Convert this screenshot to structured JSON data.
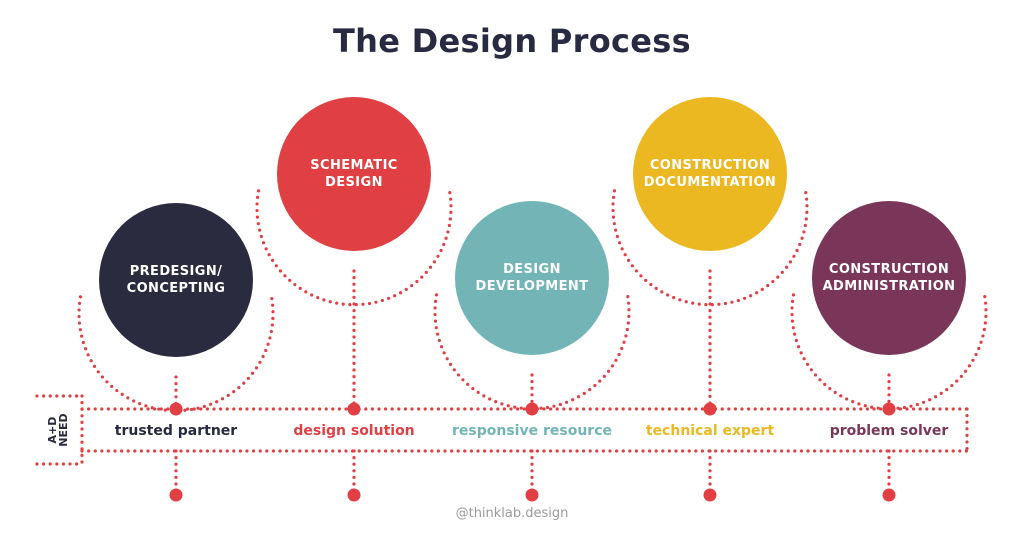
{
  "title": "The Design Process",
  "colors": {
    "accent_dots": "#e04043",
    "title_text": "#272a40"
  },
  "stages": [
    {
      "label_line1": "PREDESIGN/",
      "label_line2": "CONCEPTING",
      "color": "#2b2b40",
      "need": "trusted partner",
      "need_color": "#272a40"
    },
    {
      "label_line1": "SCHEMATIC",
      "label_line2": "DESIGN",
      "color": "#e04043",
      "need": "design solution",
      "need_color": "#e04043"
    },
    {
      "label_line1": "DESIGN",
      "label_line2": "DEVELOPMENT",
      "color": "#73b5b7",
      "need": "responsive resource",
      "need_color": "#73b5b7"
    },
    {
      "label_line1": "CONSTRUCTION",
      "label_line2": "DOCUMENTATION",
      "color": "#ebb822",
      "need": "technical expert",
      "need_color": "#ebb822"
    },
    {
      "label_line1": "CONSTRUCTION",
      "label_line2": "ADMINISTRATION",
      "color": "#7a3659",
      "need": "problem solver",
      "need_color": "#7a3659"
    }
  ],
  "row_label": {
    "line1": "A+D",
    "line2": "NEED"
  },
  "credit": "@thinklab.design"
}
